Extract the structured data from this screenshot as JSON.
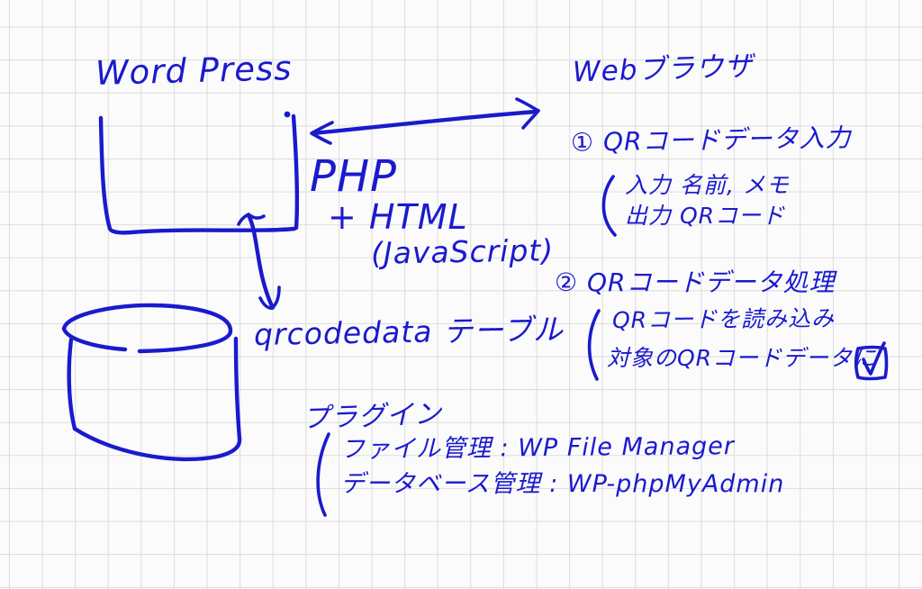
{
  "sketch": {
    "ink_color": "#1a1acd",
    "background_color": "#fbfbfb",
    "grid_color": "#dcdcdc",
    "description": "Hand-drawn WordPress QR-code system architecture sketch on grid paper"
  },
  "wordpress": {
    "title": "Word Press",
    "stack_php": "PHP",
    "stack_html": "+ HTML",
    "stack_js": "(JavaScript)"
  },
  "database": {
    "table_label": "qrcodedata テーブル"
  },
  "browser": {
    "title": "Webブラウザ",
    "step1": {
      "heading": "① QRコードデータ入力",
      "input_line": "入力 名前, メモ",
      "output_line": "出力 QRコード"
    },
    "step2": {
      "heading": "② QRコードデータ処理",
      "line1": "QRコードを読み込み",
      "line2": "対象のQRコードデータに",
      "checkbox_icon": "☑"
    }
  },
  "plugins": {
    "heading": "プラグイン",
    "file_manager_line": "ファイル管理 : WP File Manager",
    "db_admin_line": "データベース管理 : WP-phpMyAdmin"
  }
}
